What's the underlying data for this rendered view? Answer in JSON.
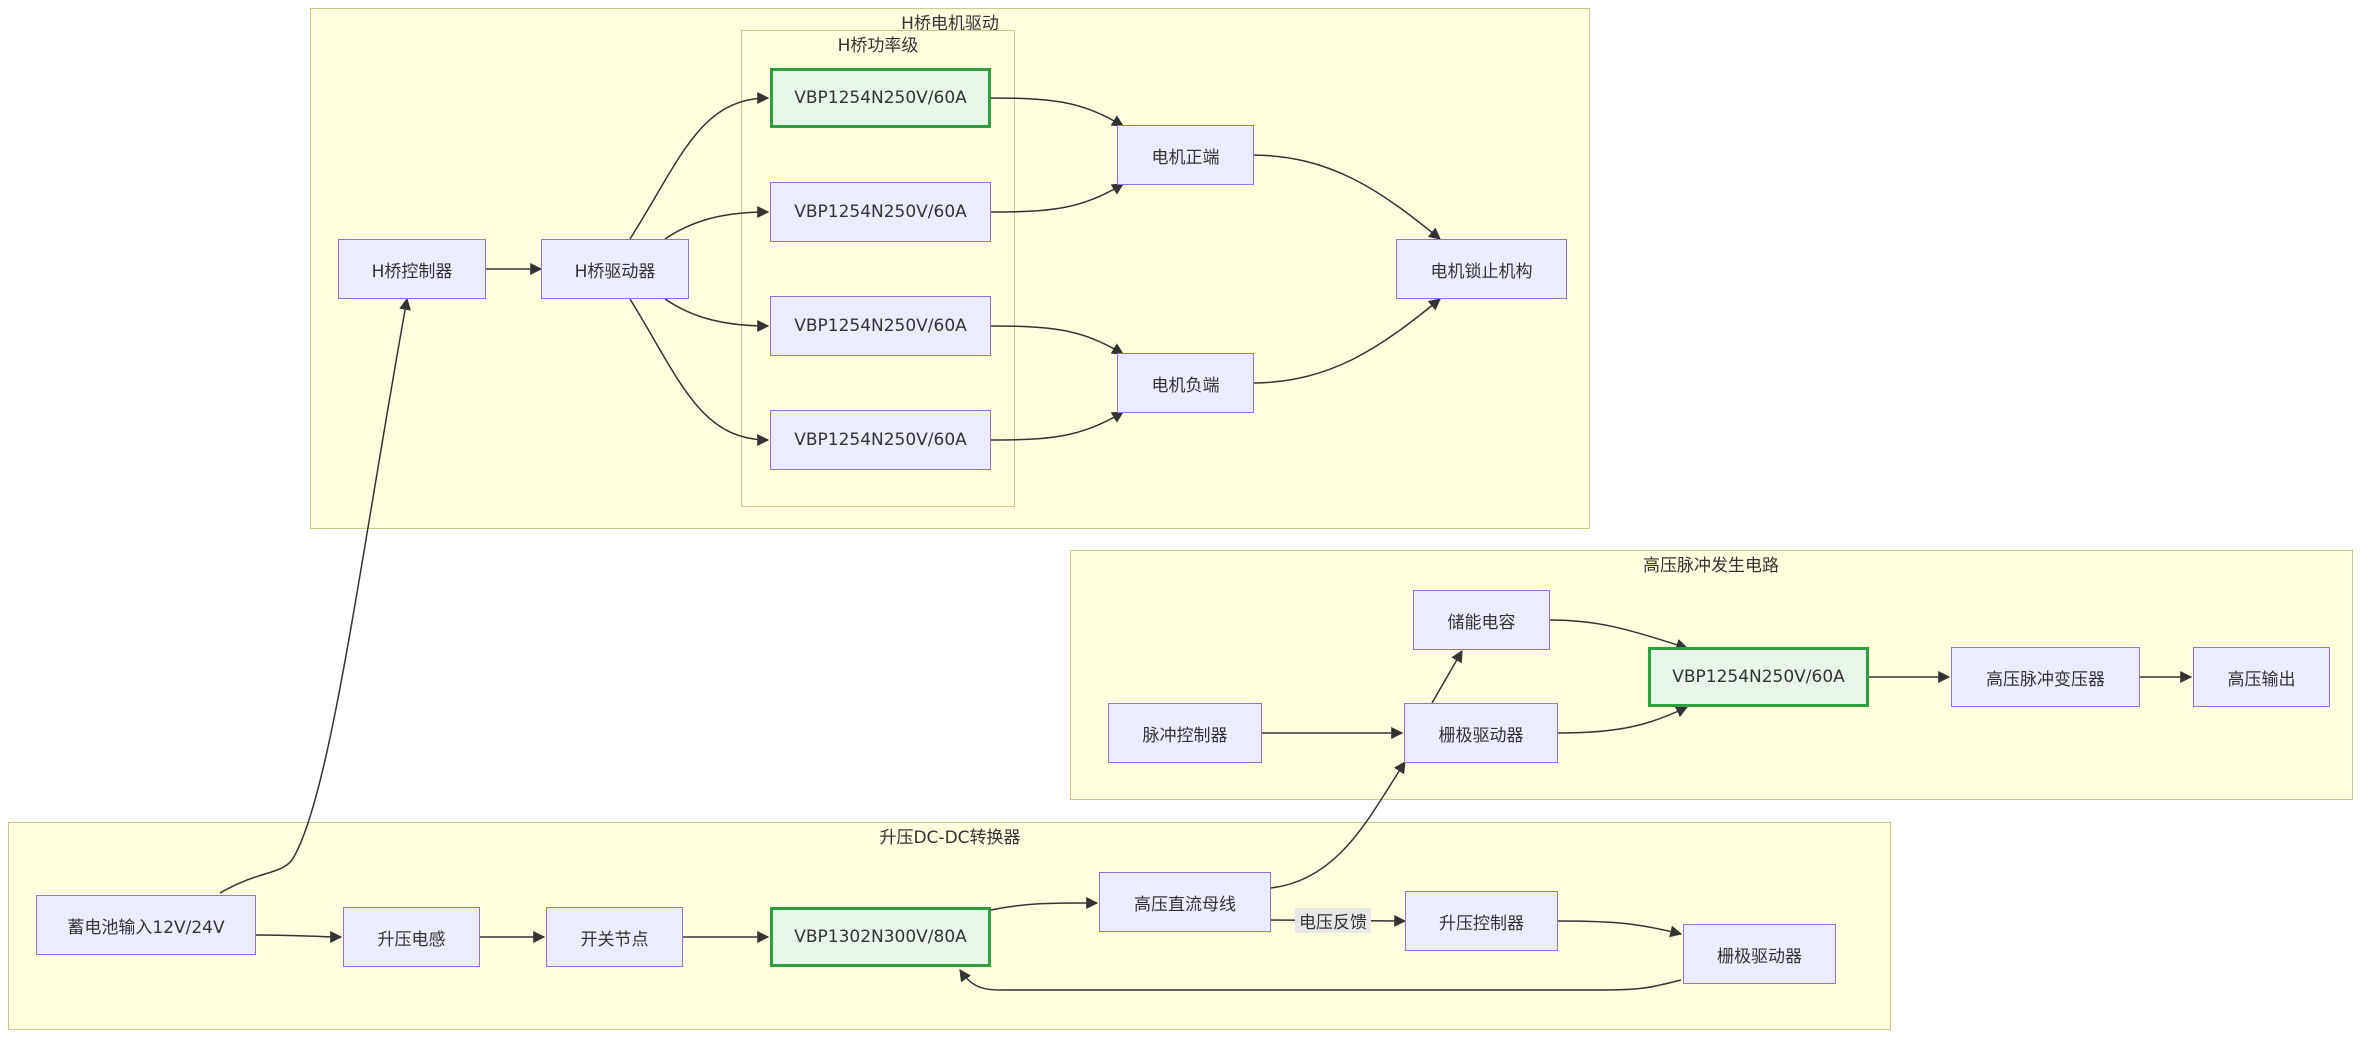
{
  "groups": {
    "hbridge": "H桥电机驱动",
    "hbridge_power": "H桥功率级",
    "pulse": "高压脉冲发生电路",
    "boost": "升压DC-DC转换器"
  },
  "nodes": {
    "hctrl": "H桥控制器",
    "hdrv": "H桥驱动器",
    "q1": "VBP1254N250V/60A",
    "q2": "VBP1254N250V/60A",
    "q3": "VBP1254N250V/60A",
    "q4": "VBP1254N250V/60A",
    "motor_pos": "电机正端",
    "motor_neg": "电机负端",
    "lock": "电机锁止机构",
    "cap": "储能电容",
    "pulse_ctrl": "脉冲控制器",
    "gate_drv1": "栅极驱动器",
    "pulse_sw": "VBP1254N250V/60A",
    "pulse_xfmr": "高压脉冲变压器",
    "hv_out": "高压输出",
    "battery": "蓄电池输入12V/24V",
    "inductor": "升压电感",
    "sw_node": "开关节点",
    "boost_sw": "VBP1302N300V/80A",
    "hv_bus": "高压直流母线",
    "boost_ctrl": "升压控制器",
    "gate_drv2": "栅极驱动器"
  },
  "edge_labels": {
    "feedback": "电压反馈"
  },
  "colors": {
    "group_fill": "#ffffde",
    "group_border": "#c8c98a",
    "node_fill": "#ececff",
    "node_border": "#9370db",
    "highlight_fill": "#e8f5e9",
    "highlight_border": "#2e9e3e",
    "edge": "#333333"
  }
}
